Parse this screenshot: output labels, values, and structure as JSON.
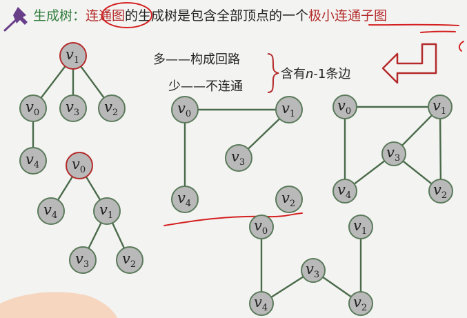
{
  "heading": {
    "prefix": "生成树：",
    "term": "连通图",
    "middle": "的生成树是包含全部顶点的一个",
    "highlight": "极小连通子图"
  },
  "notes": {
    "more": "多——构成回路",
    "less": "少——不连通",
    "edges_prefix": "含有",
    "edges_n": "n",
    "edges_suffix": "-1条边"
  },
  "vertex_letter": "v",
  "vertex_indices": [
    "0",
    "1",
    "2",
    "3",
    "4"
  ],
  "colors": {
    "heading_green": "#2e7b3a",
    "accent_red": "#b42a2a",
    "node_fill": "#b9b9b9",
    "edge_green": "#4a6a4a"
  },
  "icons": [
    "pushpin-icon",
    "arrow-left-icon"
  ]
}
